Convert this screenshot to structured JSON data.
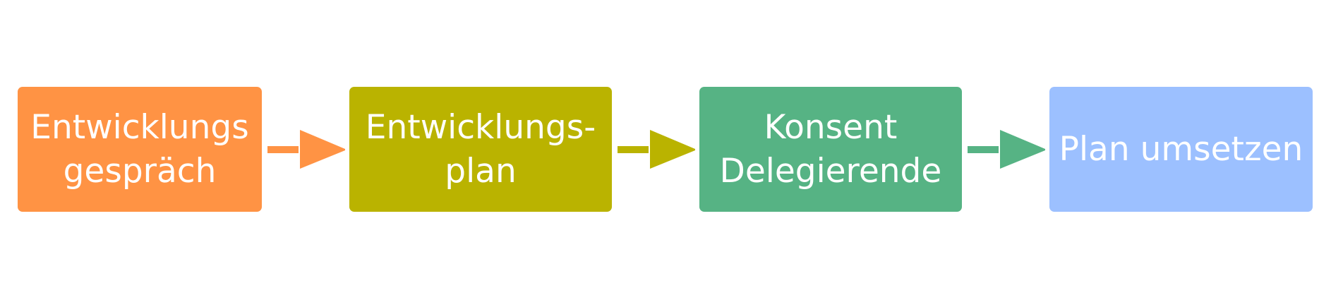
{
  "colors": {
    "step_1": "#FF9344",
    "step_2": "#BAB300",
    "step_3": "#56B384",
    "step_4": "#9CC0FF",
    "text": "#FFFFFF",
    "background": "#FFFFFF"
  },
  "steps": [
    {
      "label": "Entwicklungs\ngespräch"
    },
    {
      "label": "Entwicklungs-\nplan"
    },
    {
      "label": "Konsent\nDelegierende"
    },
    {
      "label": "Plan umsetzen"
    }
  ],
  "connectors": [
    {
      "from": 1,
      "to": 2,
      "color_key": "step_1",
      "icon": "arrow-right-icon"
    },
    {
      "from": 2,
      "to": 3,
      "color_key": "step_2",
      "icon": "arrow-right-icon"
    },
    {
      "from": 3,
      "to": 4,
      "color_key": "step_3",
      "icon": "arrow-right-icon"
    }
  ]
}
